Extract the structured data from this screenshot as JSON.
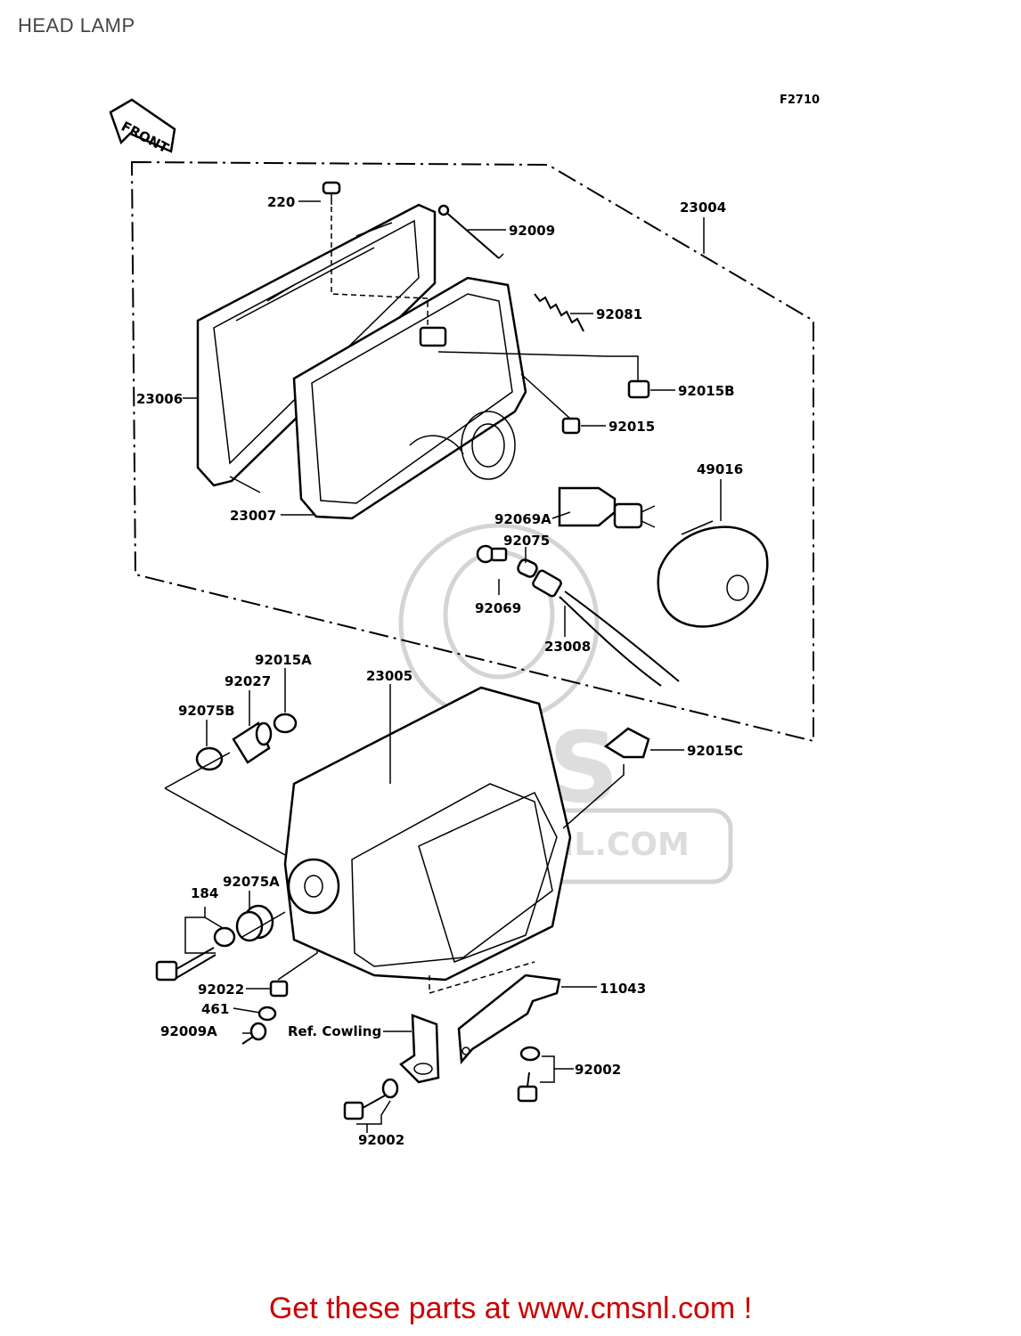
{
  "page": {
    "title": "HEAD LAMP",
    "diagram_code": "F2710",
    "front_label": "FRONT",
    "footer": "Get these parts at www.cmsnl.com !"
  },
  "watermark": {
    "brand": "CMS",
    "url": "WWW.CMSNL.COM"
  },
  "labels": {
    "p220": "220",
    "p92009": "92009",
    "p23004": "23004",
    "p92081": "92081",
    "p92015B": "92015B",
    "p23006": "23006",
    "p92015": "92015",
    "p49016": "49016",
    "p23007": "23007",
    "p92069A": "92069A",
    "p92075": "92075",
    "p92069": "92069",
    "p23008": "23008",
    "p92015A": "92015A",
    "p92027": "92027",
    "p23005": "23005",
    "p92075B": "92075B",
    "p92015C": "92015C",
    "p184": "184",
    "p92075A": "92075A",
    "p92022": "92022",
    "p11043": "11043",
    "p461": "461",
    "p92009A": "92009A",
    "ref_cowling": "Ref. Cowling",
    "p92002_right": "92002",
    "p92002_bottom": "92002"
  }
}
